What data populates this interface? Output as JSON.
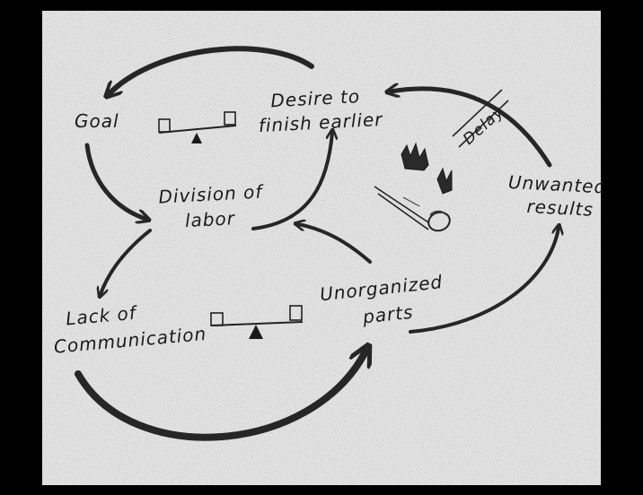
{
  "diagram": {
    "nodes": {
      "goal": "Goal",
      "desire": [
        "Desire to",
        "finish earlier"
      ],
      "division": [
        "Division of",
        "labor"
      ],
      "lack": [
        "Lack of",
        "Communication"
      ],
      "unorganized": [
        "Unorganized",
        "parts"
      ],
      "unwanted": [
        "Unwanted",
        "results"
      ]
    },
    "delay_label": "Delay",
    "icons": [
      "balance-scale-icon",
      "balance-scale-icon",
      "falling-object-icon"
    ],
    "colors": {
      "paper": "#e6e6e6",
      "ink": "#262626",
      "frame": "#000000"
    }
  }
}
